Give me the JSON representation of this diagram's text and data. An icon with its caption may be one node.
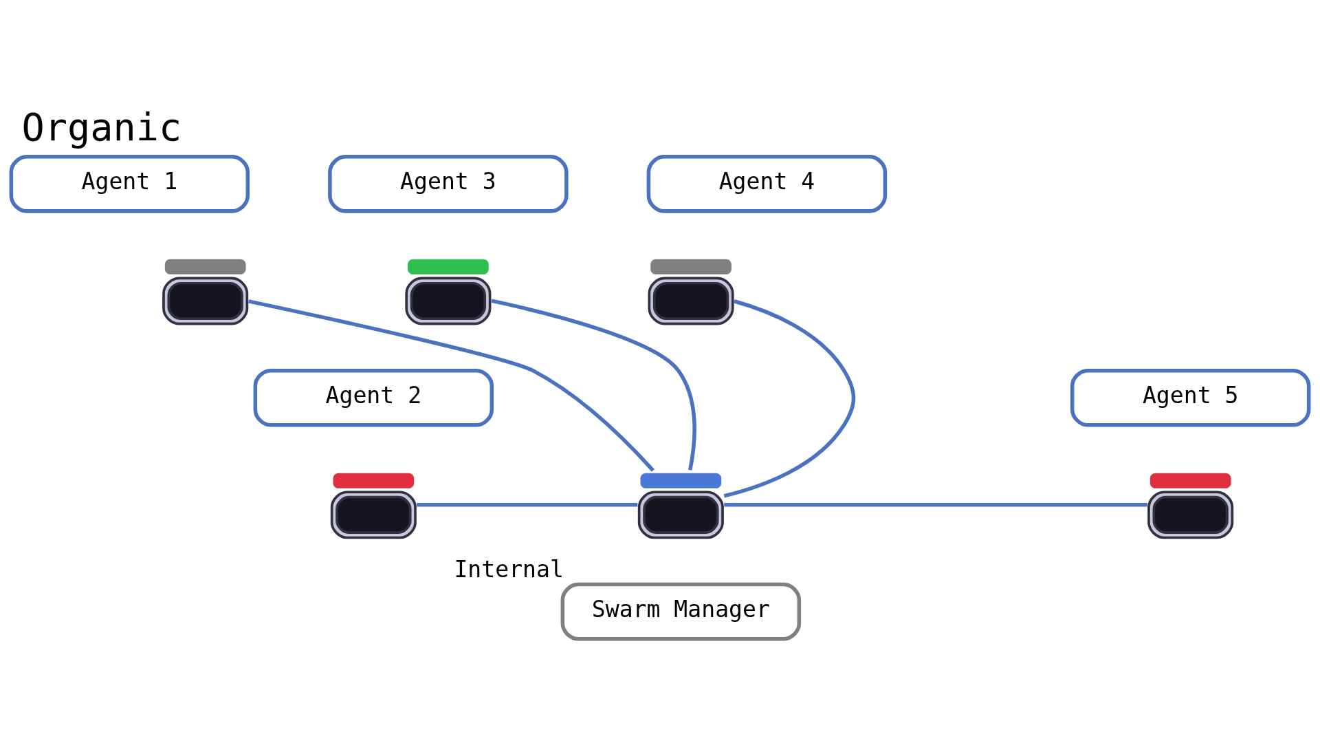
{
  "diagram": {
    "title": "Organic",
    "nodes": [
      {
        "text": [
          "Agent 1"
        ]
      },
      {
        "text": [
          "Agent 3"
        ]
      },
      {
        "text": [
          "Agent 4"
        ]
      },
      {
        "text": [],
        "shape": "picture"
      },
      {
        "text": [],
        "shape": "picture"
      },
      {
        "text": [],
        "shape": "picture"
      },
      {
        "text": [
          "Agent 2"
        ]
      },
      {
        "text": [
          "Agent 5"
        ]
      },
      {
        "text": [],
        "shape": "picture"
      },
      {
        "text": [],
        "shape": "picture"
      },
      {
        "text": [],
        "shape": "picture"
      },
      {
        "text": [
          "Swarm Manager"
        ],
        "beside": [
          "Internal"
        ]
      }
    ],
    "edges": [
      {
        "from": 3,
        "to": 9,
        "arrow": "none"
      },
      {
        "from": 4,
        "to": 9,
        "arrow": "none"
      },
      {
        "from": 5,
        "to": 9,
        "arrow": "none"
      },
      {
        "from": 8,
        "to": 9,
        "arrow": "none"
      },
      {
        "from": 10,
        "to": 9,
        "arrow": "none"
      }
    ]
  }
}
